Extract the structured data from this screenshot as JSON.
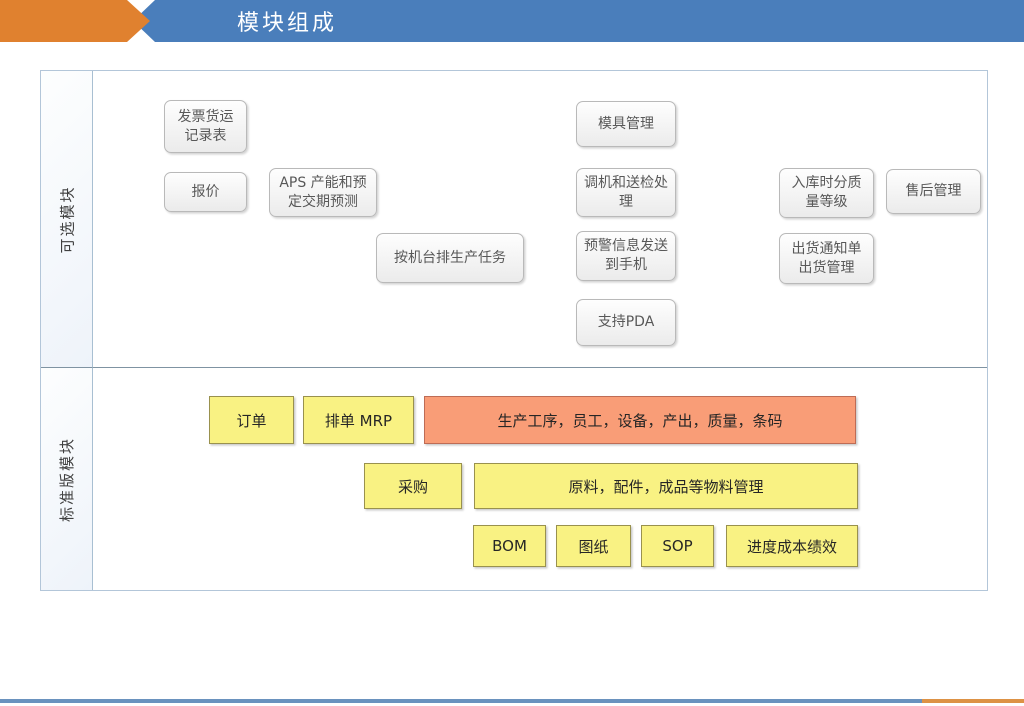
{
  "header": {
    "title": "模块组成"
  },
  "colors": {
    "header_blue": "#4A7EBB",
    "header_orange": "#E0812F",
    "optional_box_fill": "#EFEFEF",
    "standard_yellow_fill": "#F9F283",
    "standard_salmon_fill": "#F99D77",
    "footer_blue": "#6A92BE",
    "footer_orange": "#DD9245"
  },
  "sections": {
    "optional": {
      "label": "可选模块",
      "boxes": [
        {
          "text": "发票货运记录表"
        },
        {
          "text": "报价"
        },
        {
          "text": "APS 产能和预定交期预测"
        },
        {
          "text": "按机台排生产任务"
        },
        {
          "text": "模具管理"
        },
        {
          "text": "调机和送检处理"
        },
        {
          "text": "预警信息发送到手机"
        },
        {
          "text": "支持PDA"
        },
        {
          "text": "入库时分质量等级"
        },
        {
          "text": "售后管理"
        },
        {
          "text": "出货通知单出货管理"
        }
      ]
    },
    "standard": {
      "label": "标准版模块",
      "boxes": [
        {
          "text": "订单",
          "style": "yellow"
        },
        {
          "text": "排单  MRP",
          "style": "yellow"
        },
        {
          "text": "生产工序，员工，设备，产出，质量，条码",
          "style": "salmon"
        },
        {
          "text": "采购",
          "style": "yellow"
        },
        {
          "text": "原料，配件，成品等物料管理",
          "style": "yellow"
        },
        {
          "text": "BOM",
          "style": "yellow"
        },
        {
          "text": "图纸",
          "style": "yellow"
        },
        {
          "text": "SOP",
          "style": "yellow"
        },
        {
          "text": "进度成本绩效",
          "style": "yellow"
        }
      ]
    }
  }
}
